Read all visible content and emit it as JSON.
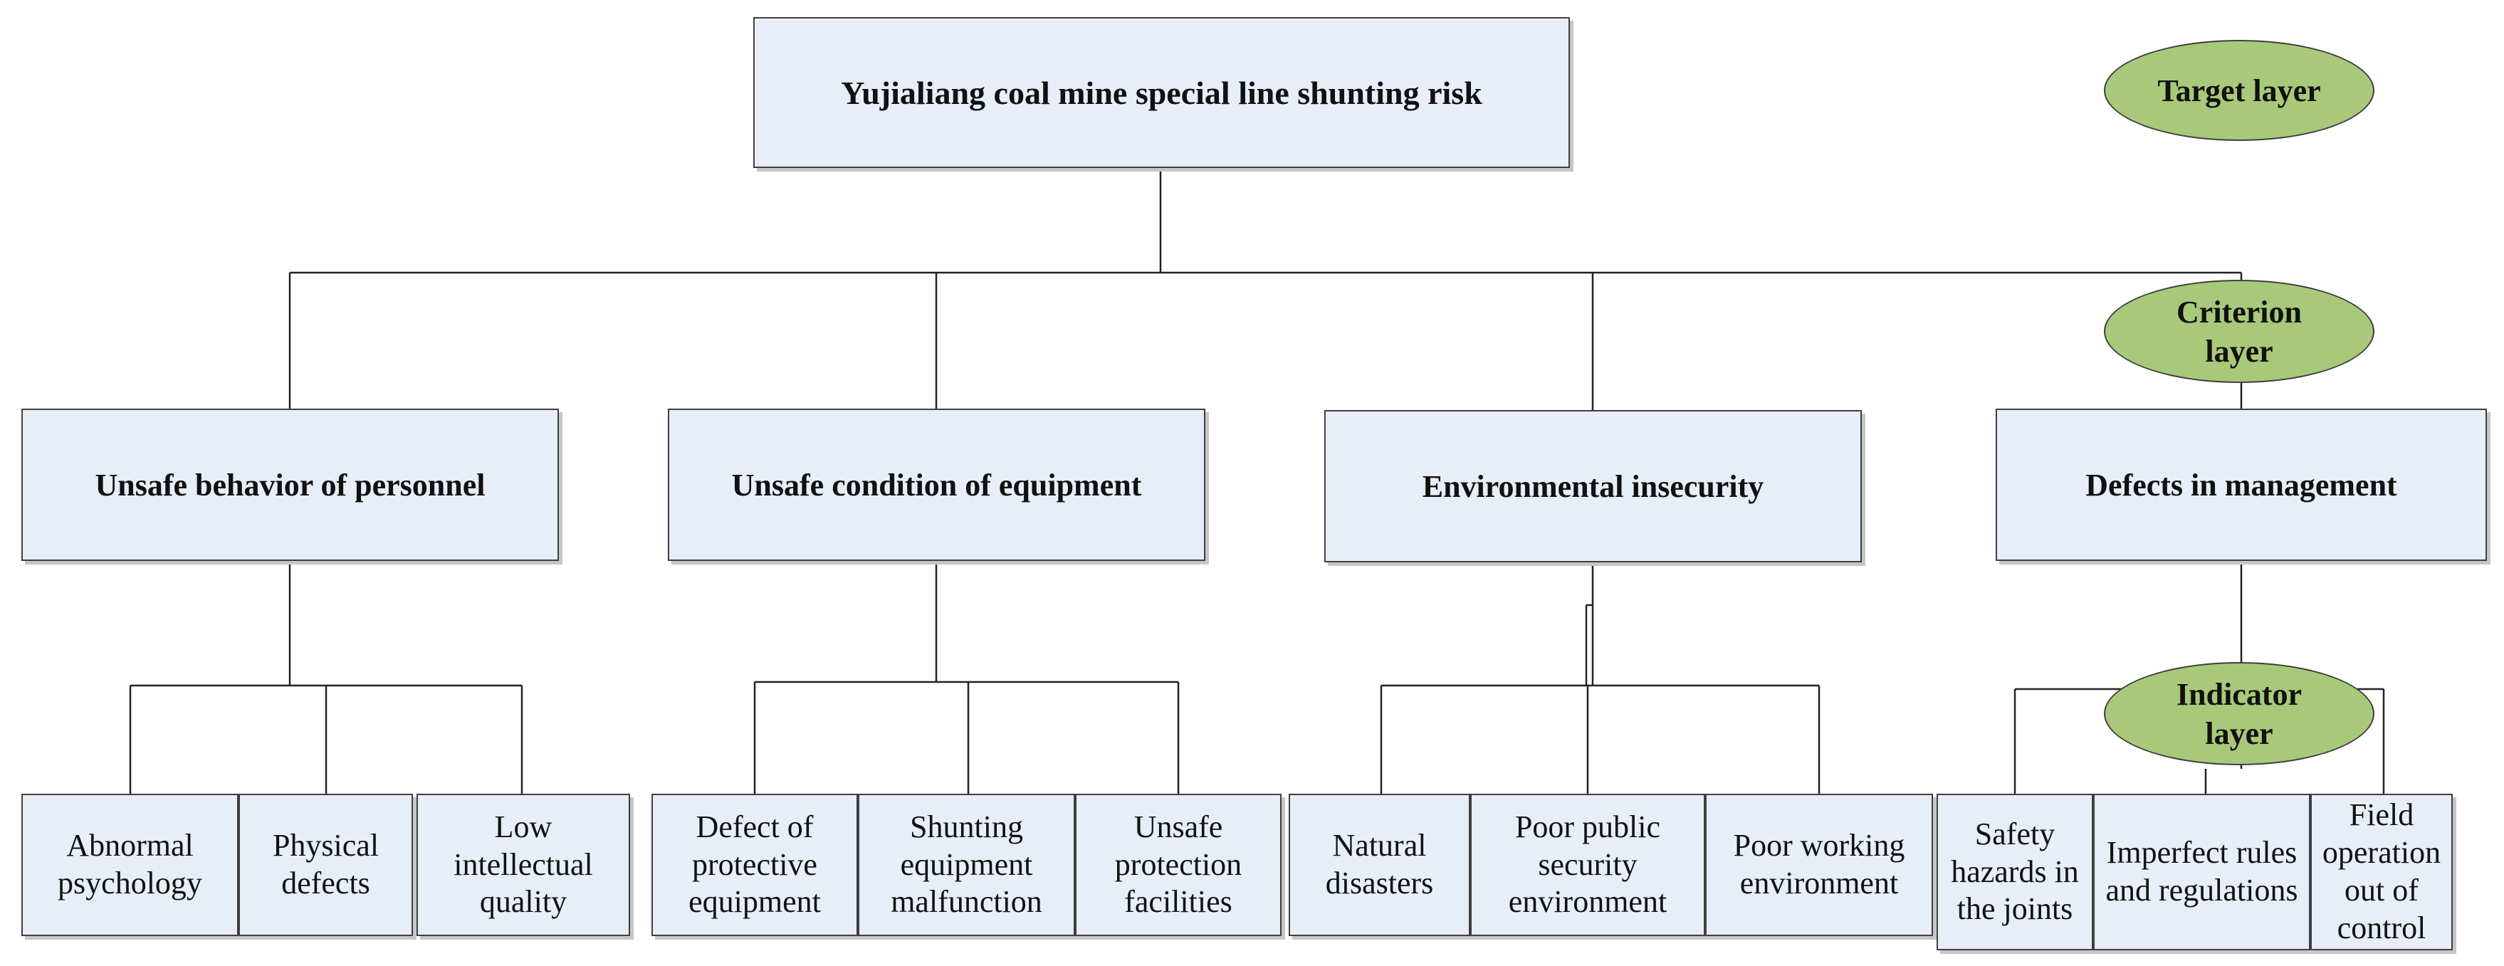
{
  "target": {
    "label": "Yujialiang coal mine special line shunting risk"
  },
  "criteria": [
    {
      "label": "Unsafe behavior of personnel",
      "indicators": [
        "Abnormal psychology",
        "Physical defects",
        "Low intellectual quality"
      ]
    },
    {
      "label": "Unsafe condition of equipment",
      "indicators": [
        "Defect of protective equipment",
        "Shunting equipment malfunction",
        "Unsafe protection facilities"
      ]
    },
    {
      "label": "Environmental insecurity",
      "indicators": [
        "Natural disasters",
        "Poor public security environment",
        "Poor working environment"
      ]
    },
    {
      "label": "Defects in management",
      "indicators": [
        "Safety hazards in the joints",
        "Imperfect rules and regulations",
        "Field operation out of control"
      ]
    }
  ],
  "legend": {
    "target_layer": "Target layer",
    "criterion_layer": "Criterion layer",
    "indicator_layer": "Indicator layer"
  },
  "colors": {
    "box_fill": "#e8eef8",
    "oval_fill": "#a9c97a",
    "line": "#222222"
  }
}
